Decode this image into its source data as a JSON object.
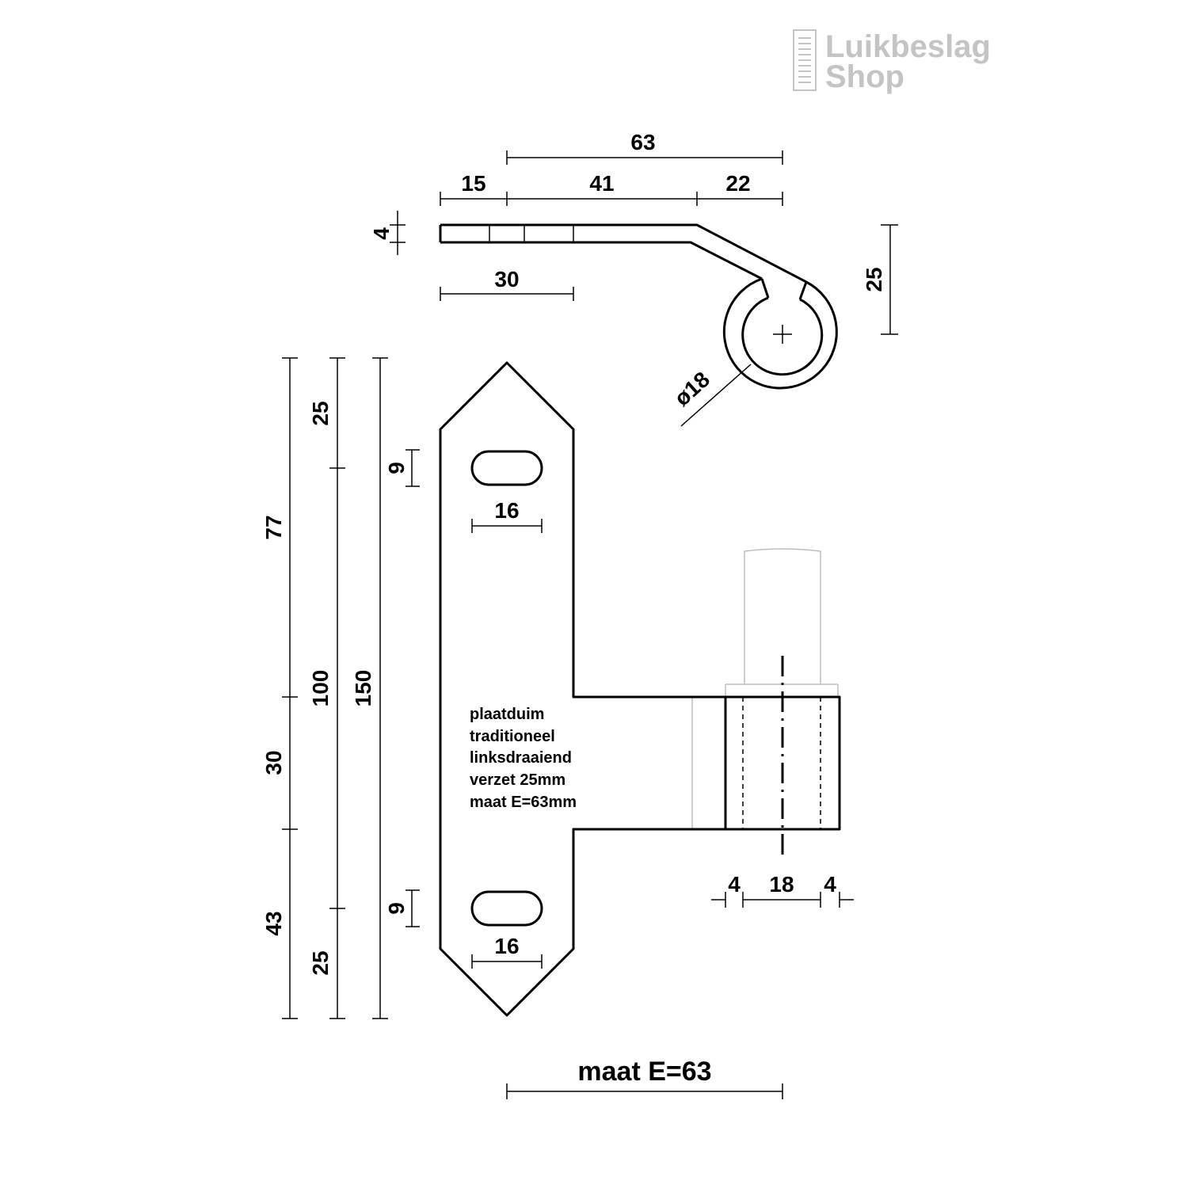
{
  "logo": {
    "line1": "Luikbeslag",
    "line2": "Shop",
    "color": "#c4c4c4"
  },
  "top_view": {
    "dims": {
      "total": "63",
      "seg1": "15",
      "seg2": "41",
      "seg3": "22",
      "thickness": "4",
      "holes": "30",
      "offset": "25",
      "diameter": "ø18"
    }
  },
  "front_view": {
    "dims": {
      "top_outer": "77",
      "top_mid": "25",
      "middle_inner": "100",
      "total": "150",
      "arm": "30",
      "bottom_outer": "43",
      "bottom_mid": "25",
      "slot_h_top": "9",
      "slot_w_top": "16",
      "slot_h_bottom": "9",
      "slot_w_bottom": "16",
      "wall_left": "4",
      "pin": "18",
      "wall_right": "4"
    },
    "note": [
      "plaatduim",
      "traditioneel",
      "linksdraaiend",
      "verzet 25mm",
      "maat E=63mm"
    ]
  },
  "footer": {
    "size_label": "maat E=63"
  }
}
